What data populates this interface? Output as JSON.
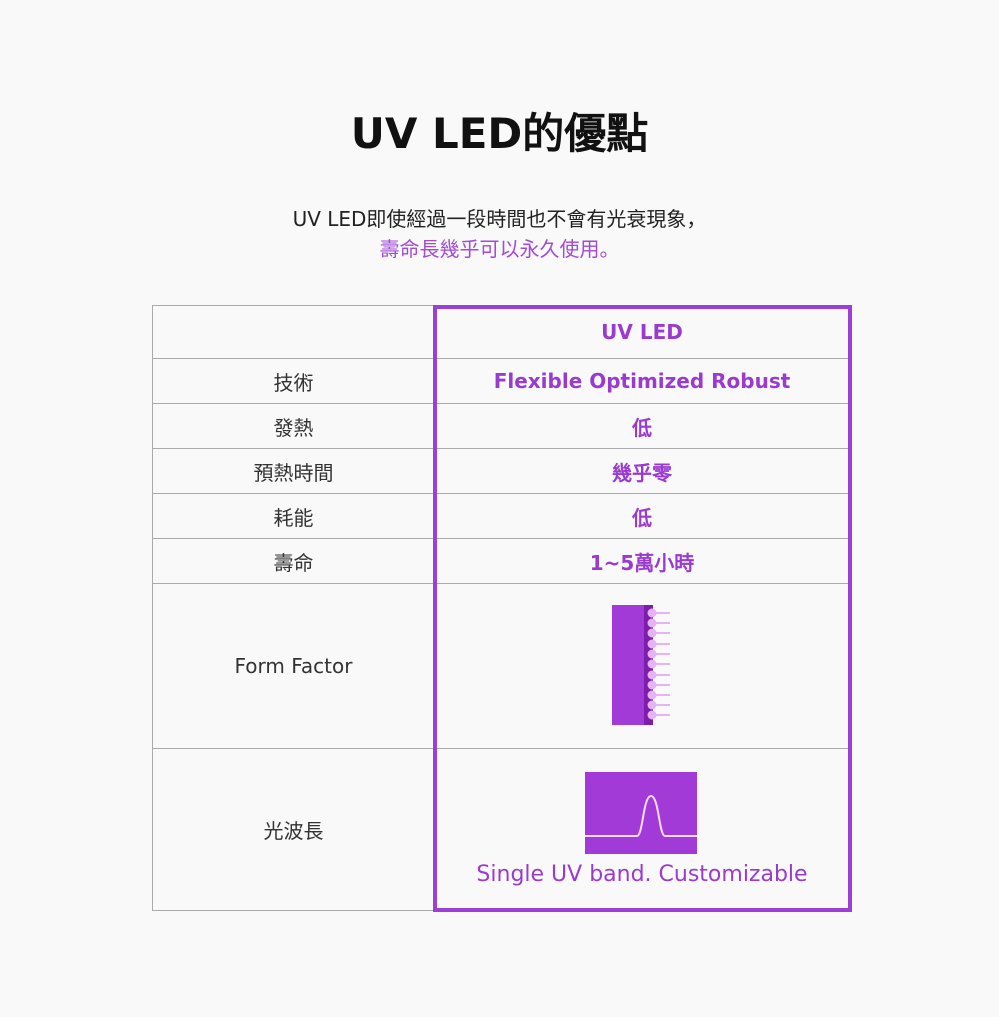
{
  "title": "UV LED的優點",
  "subtitle": {
    "line1": "UV LED即使經過一段時間也不會有光衰現象，",
    "line2": "壽命長幾乎可以永久使用。"
  },
  "table": {
    "header": "UV LED",
    "rows": [
      {
        "label": "技術",
        "value": "Flexible Optimized Robust"
      },
      {
        "label": "發熱",
        "value": "低"
      },
      {
        "label": "預熱時間",
        "value": "幾乎零"
      },
      {
        "label": "耗能",
        "value": "低"
      },
      {
        "label": "壽命",
        "value": "1~5萬小時"
      }
    ],
    "form_factor_label": "Form Factor",
    "wavelength_label": "光波長",
    "wavelength_caption": "Single UV band. Customizable"
  },
  "colors": {
    "accent": "#9b3fd6",
    "light": "#e6b3f5"
  }
}
